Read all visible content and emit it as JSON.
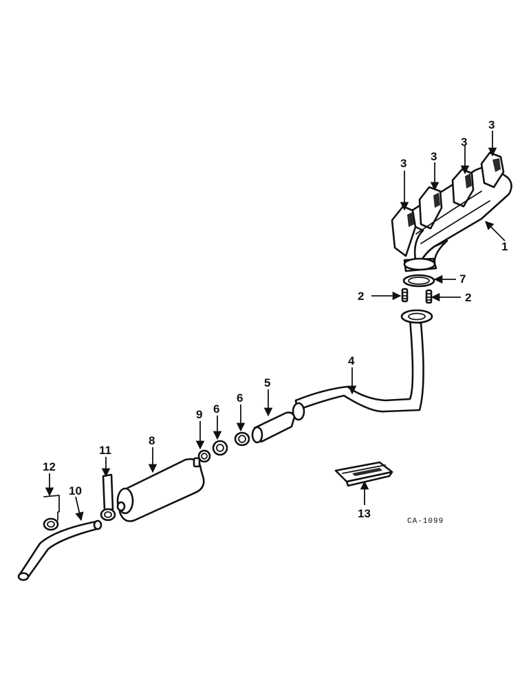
{
  "diagram": {
    "figure_code": "CA-1099",
    "callouts": {
      "c1": "1",
      "c2a": "2",
      "c2b": "2",
      "c3a": "3",
      "c3b": "3",
      "c3c": "3",
      "c3d": "3",
      "c4": "4",
      "c5": "5",
      "c6a": "6",
      "c6b": "6",
      "c7": "7",
      "c8": "8",
      "c9": "9",
      "c10": "10",
      "c11": "11",
      "c12": "12",
      "c13": "13"
    }
  }
}
